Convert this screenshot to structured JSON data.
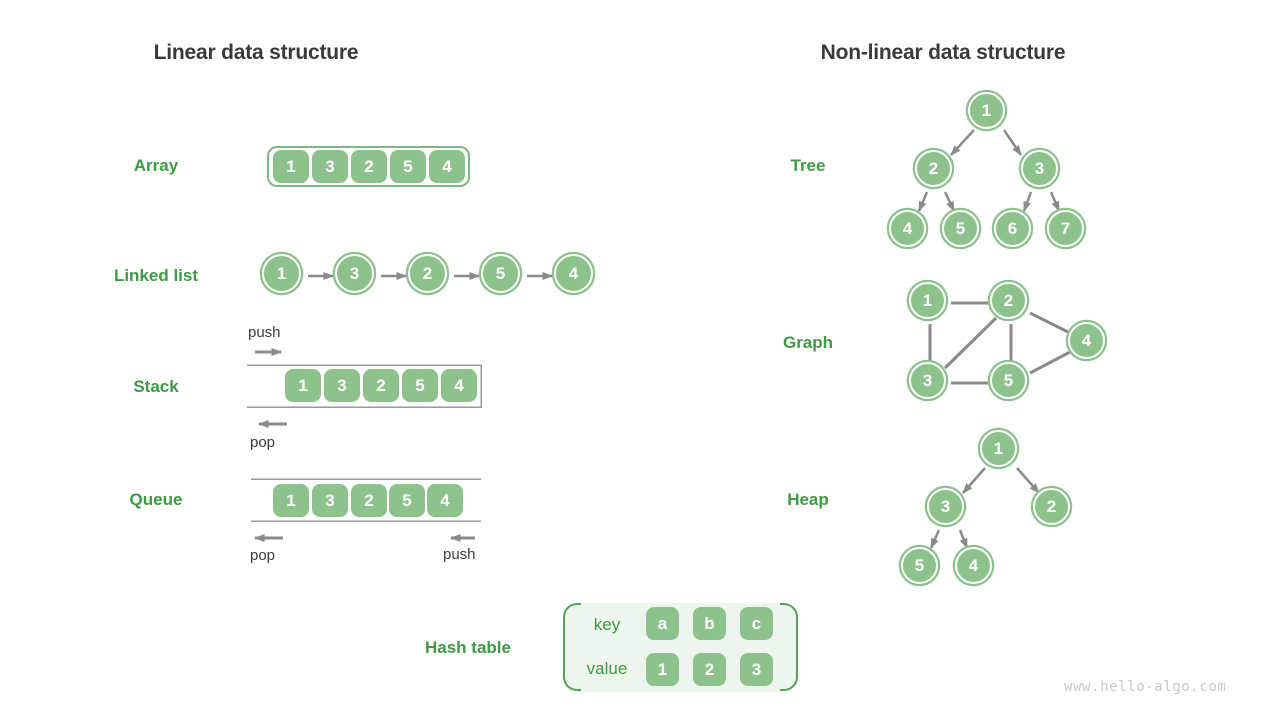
{
  "sections": {
    "linear": {
      "title": "Linear data structure",
      "array": {
        "label": "Array",
        "cells": [
          "1",
          "3",
          "2",
          "5",
          "4"
        ]
      },
      "linked_list": {
        "label": "Linked list",
        "nodes": [
          "1",
          "3",
          "2",
          "5",
          "4"
        ]
      },
      "stack": {
        "label": "Stack",
        "cells": [
          "1",
          "3",
          "2",
          "5",
          "4"
        ],
        "push_label": "push",
        "pop_label": "pop"
      },
      "queue": {
        "label": "Queue",
        "cells": [
          "1",
          "3",
          "2",
          "5",
          "4"
        ],
        "push_label": "push",
        "pop_label": "pop"
      },
      "hash_table": {
        "label": "Hash table",
        "key_header": "key",
        "value_header": "value",
        "pairs": [
          {
            "key": "a",
            "value": "1"
          },
          {
            "key": "b",
            "value": "2"
          },
          {
            "key": "c",
            "value": "3"
          }
        ]
      }
    },
    "nonlinear": {
      "title": "Non-linear data structure",
      "tree": {
        "label": "Tree",
        "nodes": [
          "1",
          "2",
          "3",
          "4",
          "5",
          "6",
          "7"
        ],
        "edges": [
          [
            "1",
            "2"
          ],
          [
            "1",
            "3"
          ],
          [
            "2",
            "4"
          ],
          [
            "2",
            "5"
          ],
          [
            "3",
            "6"
          ],
          [
            "3",
            "7"
          ]
        ]
      },
      "graph": {
        "label": "Graph",
        "nodes": [
          "1",
          "2",
          "3",
          "5",
          "4"
        ],
        "edges": [
          [
            "1",
            "2"
          ],
          [
            "1",
            "3"
          ],
          [
            "3",
            "2"
          ],
          [
            "2",
            "5"
          ],
          [
            "2",
            "4"
          ],
          [
            "3",
            "5"
          ],
          [
            "5",
            "4"
          ]
        ]
      },
      "heap": {
        "label": "Heap",
        "nodes": [
          "1",
          "3",
          "2",
          "5",
          "4"
        ],
        "edges": [
          [
            "1",
            "3"
          ],
          [
            "1",
            "2"
          ],
          [
            "3",
            "5"
          ],
          [
            "3",
            "4"
          ]
        ]
      }
    }
  },
  "watermark": "www.hello-algo.com",
  "colors": {
    "node_green": "#8dc28d",
    "label_green": "#3e9a43",
    "title_gray": "#3a3a3a",
    "arrow_gray": "#8a8a8a",
    "container_line_gray": "#999999",
    "hash_bg": "#eef5ee",
    "hash_bracket_green": "#55a158",
    "watermark_gray": "#c8c8c8"
  }
}
